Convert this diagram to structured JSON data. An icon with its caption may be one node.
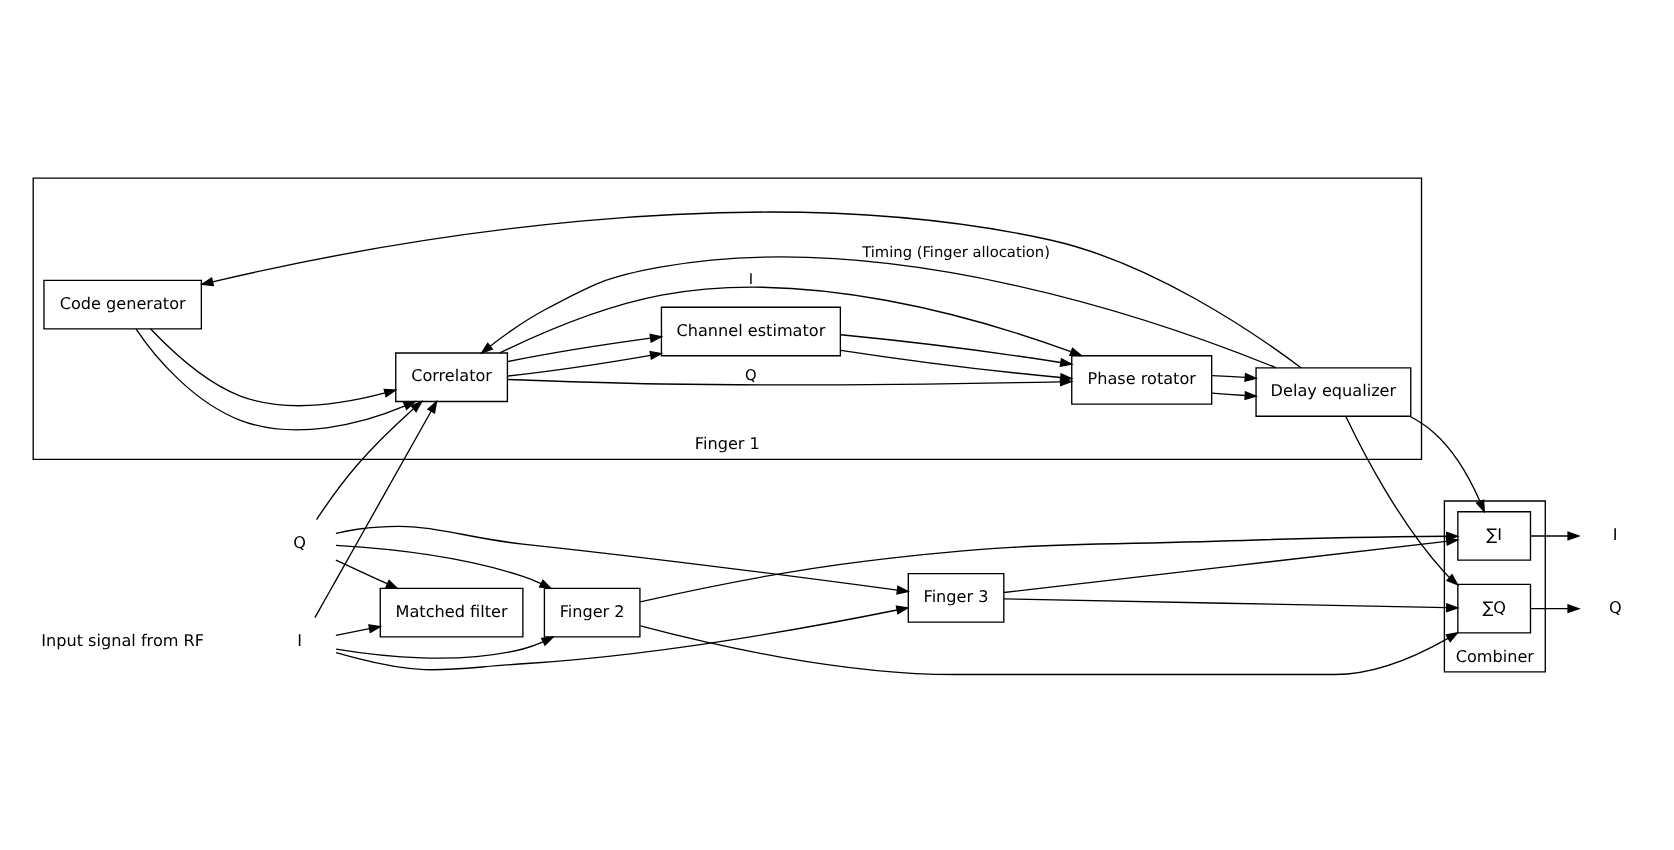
{
  "diagram": {
    "nodes": [
      {
        "text": [
          "I"
        ]
      },
      {
        "text": [
          "Q"
        ]
      },
      {
        "text": [
          "Finger 1"
        ]
      },
      {
        "text": [
          "Correlator"
        ],
        "in": 2
      },
      {
        "text": [
          "Code generator"
        ],
        "in": 2
      },
      {
        "text": [
          "Channel estimator"
        ],
        "in": 2
      },
      {
        "text": [
          "Phase rotator"
        ],
        "in": 2
      },
      {
        "text": [
          "Delay equalizer"
        ],
        "in": 2
      },
      {
        "text": [
          "Finger 2"
        ]
      },
      {
        "text": [
          "Finger 3"
        ]
      },
      {
        "text": [
          "Matched filter"
        ]
      },
      {
        "text": [
          "Combiner"
        ]
      },
      {
        "text": [
          "∑I"
        ],
        "in": 11
      },
      {
        "text": [
          "∑Q"
        ],
        "in": 11
      },
      {
        "text": [
          "I"
        ]
      },
      {
        "text": [
          "Q"
        ]
      }
    ],
    "edges": [
      {
        "from": 0,
        "to": 3,
        "arrow": "to"
      },
      {
        "from": 1,
        "to": 3,
        "arrow": "to"
      },
      {
        "from": 7,
        "to": 3,
        "arrow": "to",
        "label": "Timing (Finger allocation)"
      },
      {
        "from": 7,
        "to": 4,
        "arrow": "to"
      },
      {
        "from": 4,
        "to": 3,
        "arrow": "to"
      },
      {
        "from": 4,
        "to": 3,
        "arrow": "to"
      },
      {
        "from": 3,
        "to": 6,
        "arrow": "to",
        "label": "I"
      },
      {
        "from": 3,
        "to": 6,
        "arrow": "to",
        "label": "Q"
      },
      {
        "from": 3,
        "to": 5,
        "arrow": "to"
      },
      {
        "from": 3,
        "to": 5,
        "arrow": "to"
      },
      {
        "from": 5,
        "to": 6,
        "arrow": "to"
      },
      {
        "from": 5,
        "to": 6,
        "arrow": "to"
      },
      {
        "from": 6,
        "to": 7,
        "arrow": "to"
      },
      {
        "from": 6,
        "to": 7,
        "arrow": "to"
      },
      {
        "from": 7,
        "to": 12,
        "arrow": "to"
      },
      {
        "from": 7,
        "to": 13,
        "arrow": "to"
      },
      {
        "from": 8,
        "to": 12,
        "arrow": "to"
      },
      {
        "from": 8,
        "to": 13,
        "arrow": "to"
      },
      {
        "from": 9,
        "to": 12,
        "arrow": "to"
      },
      {
        "from": 9,
        "to": 13,
        "arrow": "to"
      },
      {
        "from": 0,
        "to": 8,
        "arrow": "to"
      },
      {
        "from": 1,
        "to": 8,
        "arrow": "to"
      },
      {
        "from": 0,
        "to": 9,
        "arrow": "to"
      },
      {
        "from": 1,
        "to": 9,
        "arrow": "to"
      },
      {
        "from": 0,
        "to": 10,
        "arrow": "to"
      },
      {
        "from": 1,
        "to": 10,
        "arrow": "to"
      },
      {
        "from": 12,
        "to": 14,
        "arrow": "to"
      },
      {
        "from": 13,
        "to": 15,
        "arrow": "to"
      }
    ],
    "labels": [
      "Input signal from RF"
    ]
  }
}
